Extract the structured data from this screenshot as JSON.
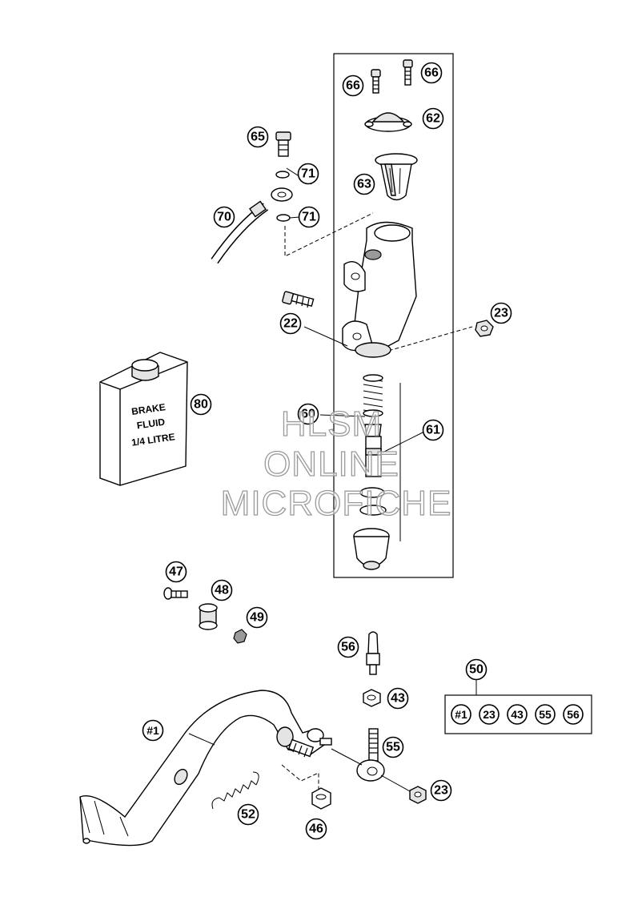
{
  "diagram": {
    "callouts": [
      {
        "id": "c66a",
        "label": "66"
      },
      {
        "id": "c66b",
        "label": "66"
      },
      {
        "id": "c62",
        "label": "62"
      },
      {
        "id": "c65",
        "label": "65"
      },
      {
        "id": "c71a",
        "label": "71"
      },
      {
        "id": "c63",
        "label": "63"
      },
      {
        "id": "c70",
        "label": "70"
      },
      {
        "id": "c71b",
        "label": "71"
      },
      {
        "id": "c22",
        "label": "22"
      },
      {
        "id": "c23a",
        "label": "23"
      },
      {
        "id": "c80",
        "label": "80"
      },
      {
        "id": "c60",
        "label": "60"
      },
      {
        "id": "c61",
        "label": "61"
      },
      {
        "id": "c47",
        "label": "47"
      },
      {
        "id": "c48",
        "label": "48"
      },
      {
        "id": "c49",
        "label": "49"
      },
      {
        "id": "c56",
        "label": "56"
      },
      {
        "id": "c50",
        "label": "50"
      },
      {
        "id": "c43",
        "label": "43"
      },
      {
        "id": "c1",
        "label": "#1"
      },
      {
        "id": "c55",
        "label": "55"
      },
      {
        "id": "c23b",
        "label": "23"
      },
      {
        "id": "c52",
        "label": "52"
      },
      {
        "id": "c46",
        "label": "46"
      }
    ],
    "kit_items": [
      "#1",
      "23",
      "43",
      "55",
      "56"
    ],
    "bottle_label": [
      "BRAKE",
      "FLUID",
      "1/4 LITRE"
    ],
    "watermark": [
      "HLSM",
      "ONLINE",
      "MICROFICHE"
    ]
  }
}
